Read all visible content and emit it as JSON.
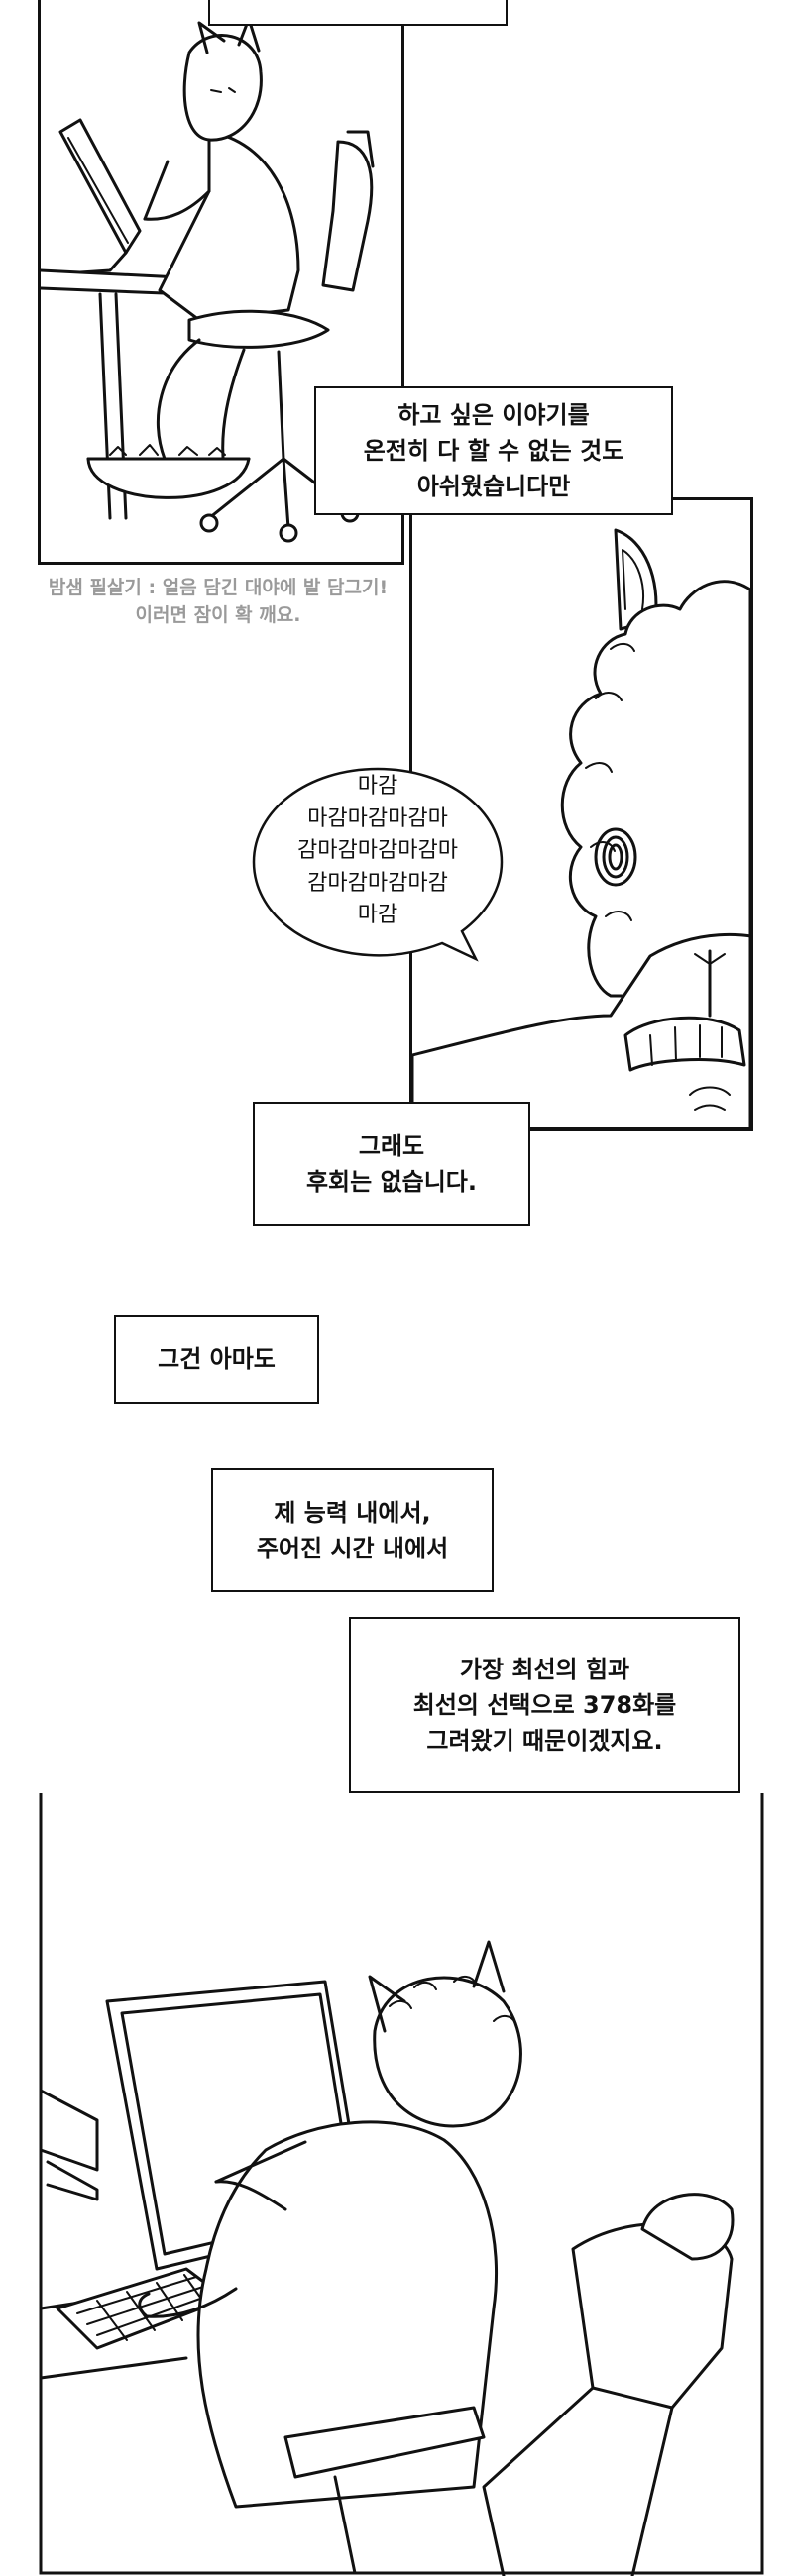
{
  "captions": {
    "top_partial": "",
    "regret_lines": [
      "하고 싶은 이야기를",
      "온전히 다 할 수 없는 것도",
      "아쉬웠습니다만"
    ],
    "no_regret_lines": [
      "그래도",
      "후회는 없습니다."
    ],
    "probably": "그건 아마도",
    "ability_lines": [
      "제 능력 내에서,",
      "주어진 시간 내에서"
    ],
    "best_lines": [
      "가장 최선의 힘과",
      "최선의 선택으로 378화를",
      "그려왔기 때문이겠지요."
    ]
  },
  "side_note_lines": [
    "밤샘 필살기 : 얼음 담긴 대야에 발 담그기!",
    "이러면 잠이 확 깨요."
  ],
  "speech_bubble_lines": [
    "마감",
    "마감마감마감마",
    "감마감마감마감마",
    "감마감마감마감",
    "마감"
  ],
  "colors": {
    "ink": "#111111",
    "note_gray": "#9a9a9a",
    "background": "#ffffff"
  }
}
